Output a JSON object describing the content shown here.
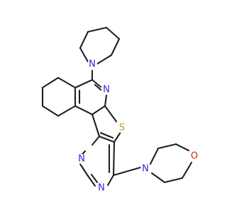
{
  "colors": {
    "bond": "#202020",
    "N": "#2a2ad8",
    "O": "#e0211b",
    "S": "#c59a18",
    "background": "#ffffff"
  },
  "atom_labels": {
    "n_piperidine": "N",
    "n_pyridine": "N",
    "s_thiophene": "S",
    "n_pyrimidine_upper": "N",
    "n_pyrimidine_lower": "N",
    "n_morpholine": "N",
    "o_morpholine": "O"
  },
  "atom_elements": {
    "n_piperidine": "N",
    "n_pyridine": "N",
    "s_thiophene": "S",
    "n_pyrimidine_upper": "N",
    "n_pyrimidine_lower": "N",
    "n_morpholine": "N",
    "o_morpholine": "O"
  }
}
